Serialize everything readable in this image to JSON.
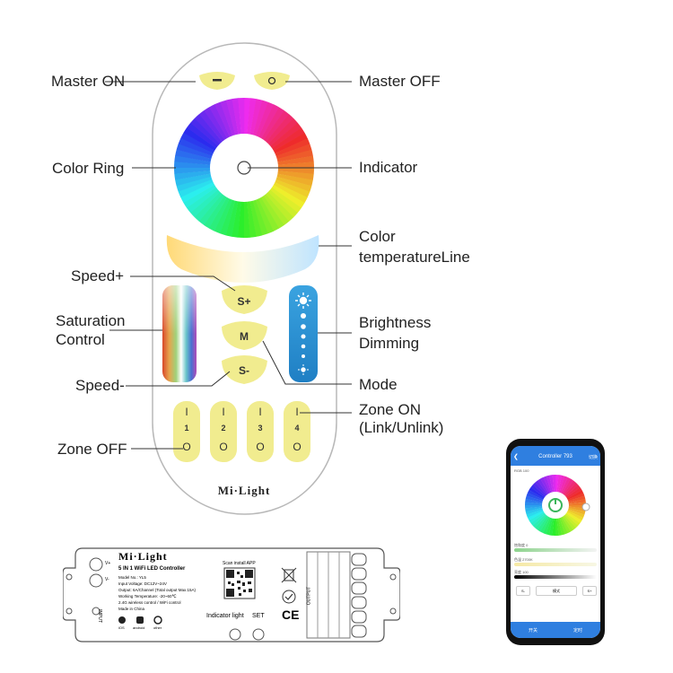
{
  "callouts": {
    "master_on": "Master ON",
    "master_off": "Master OFF",
    "color_ring": "Color Ring",
    "indicator": "Indicator",
    "color_temp_1": "Color",
    "color_temp_2": "temperatureLine",
    "speed_plus": "Speed+",
    "saturation_1": "Saturation",
    "saturation_2": "Control",
    "brightness_1": "Brightness",
    "brightness_2": "Dimming",
    "speed_minus": "Speed-",
    "mode": "Mode",
    "zone_on_1": "Zone ON",
    "zone_on_2": "(Link/Unlink)",
    "zone_off": "Zone OFF"
  },
  "remote": {
    "btn_speed_plus": "S+",
    "btn_mode": "M",
    "btn_speed_minus": "S-",
    "zone_on_glyph": "I",
    "zone_off_glyph": "O",
    "zones": [
      "1",
      "2",
      "3",
      "4"
    ],
    "brand": "Mi·Light"
  },
  "controller": {
    "brand": "Mi·Light",
    "title": "5 IN 1 WiFi LED Controller",
    "model": "Model No.: YL5",
    "input_voltage": "Input Voltage: DC12V~24V",
    "output": "Output: 6A/Channel (Total output Max.15A)",
    "working_temp": "Working Temperature: -20~60℃",
    "wireless": "2.4G wireless control / WiFi control",
    "made_in": "Made in China",
    "scan": "Scan install APP",
    "indicator_light": "Indicator light",
    "set": "SET",
    "input": "INPUT",
    "output_label": "OUTPUT",
    "v_plus": "V+",
    "v_minus": "V-",
    "ios": "iOS",
    "android": "android",
    "other": "other"
  },
  "phone": {
    "title": "Controller 793",
    "top_right": "切换",
    "rgb_label": "RGB 100",
    "saturation_label": "饱和度 0",
    "color_temp_label": "色温 2700K",
    "brightness_label": "亮度 100",
    "minus": "S-",
    "mode_label": "模式",
    "plus": "S+",
    "bottom_left": "开关",
    "bottom_right": "定时"
  },
  "colors": {
    "yellow_button": "#f1ec8f",
    "remote_shell": "#ffffff",
    "remote_outline": "#bbbbbb",
    "phone_blue": "#2f7fe0",
    "brightness_blue": "#2e8fd3"
  }
}
